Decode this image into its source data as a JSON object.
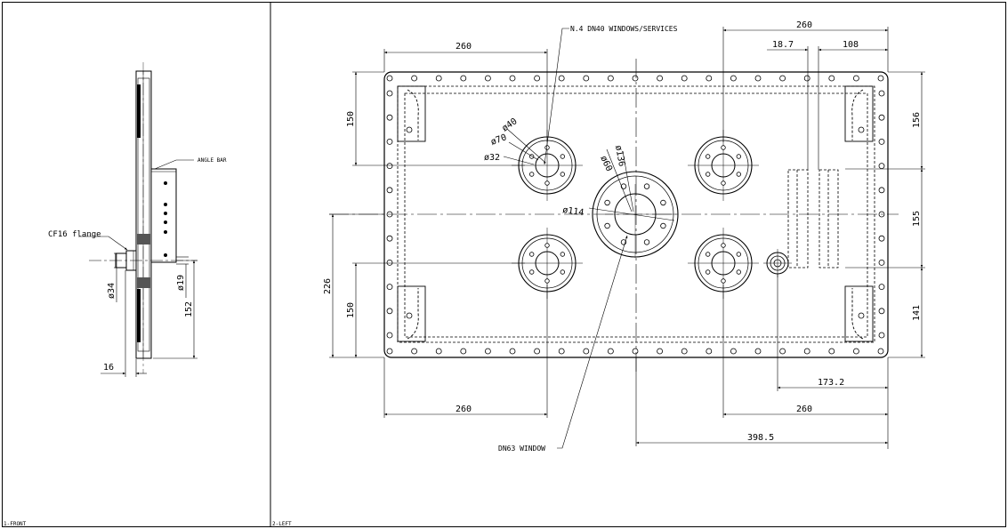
{
  "views": {
    "front": {
      "label": "1-FRONT"
    },
    "left": {
      "label": "2-LEFT"
    }
  },
  "front_view": {
    "angle_bar_label": "ANGLE BAR",
    "cf16_label": "CF16 flange",
    "dims": {
      "d34": "ø34",
      "d19": "ø19",
      "h152": "152",
      "w16": "16"
    }
  },
  "left_view": {
    "windows_note": "N.4 DN40 WINDOWS/SERVICES",
    "dn63_note": "DN63 WINDOW",
    "diameters": {
      "d40": "ø40",
      "d70": "ø70",
      "d32": "ø32",
      "d60": "ø60",
      "d136": "ø136",
      "d114": "ø114"
    },
    "dims": {
      "top_left_260": "260",
      "top_right_260": "260",
      "d18_7": "18.7",
      "d108": "108",
      "left_150_top": "150",
      "left_150_bottom": "150",
      "left_226": "226",
      "right_156": "156",
      "right_155": "155",
      "right_141": "141",
      "bottom_173_2": "173.2",
      "bottom_left_260": "260",
      "bottom_right_260": "260",
      "bottom_398_5": "398.5"
    }
  },
  "colors": {
    "line": "#000000",
    "background": "#ffffff"
  }
}
